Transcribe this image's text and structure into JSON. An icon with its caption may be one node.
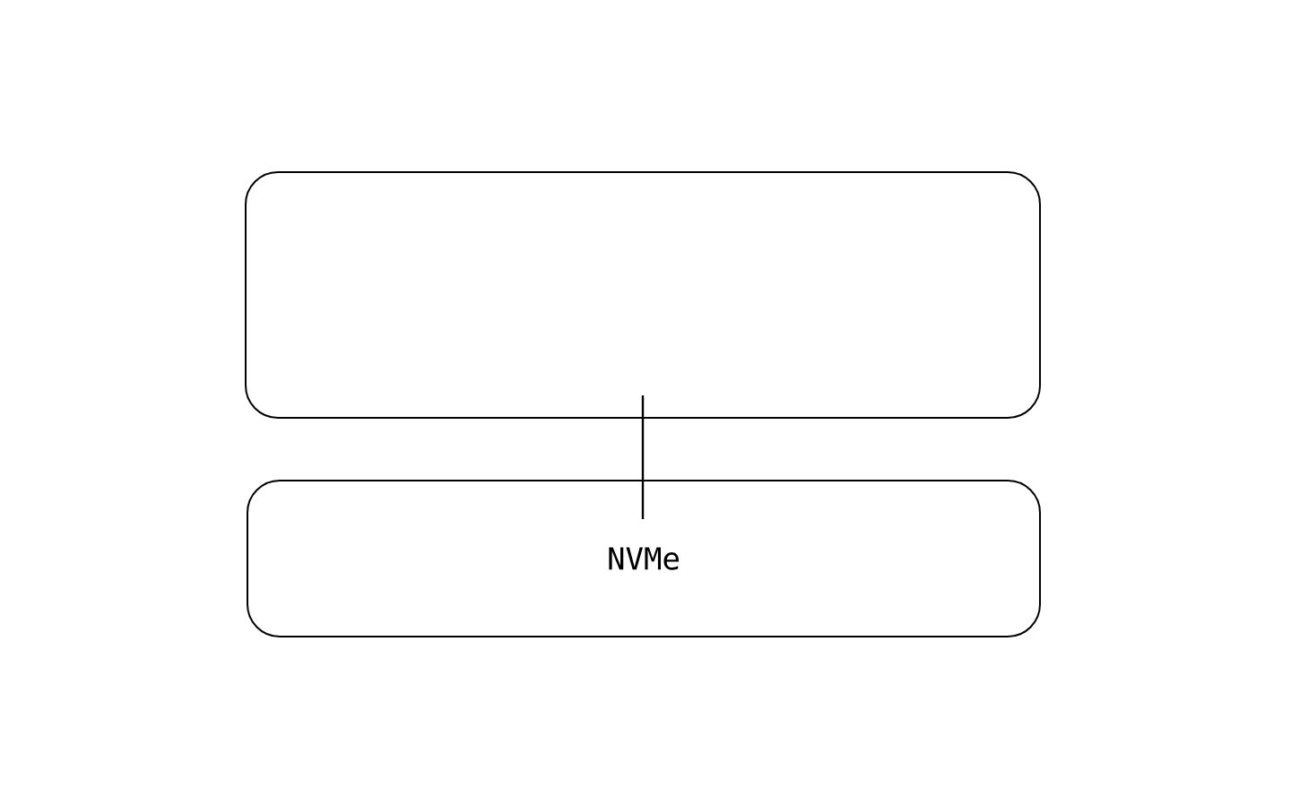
{
  "diagram": {
    "nodes": [
      {
        "text": [],
        "shape": "box"
      },
      {
        "text": [
          "NVMe"
        ]
      }
    ],
    "edges": [
      {
        "from": 0,
        "to": 1,
        "arrow": "none"
      }
    ]
  }
}
